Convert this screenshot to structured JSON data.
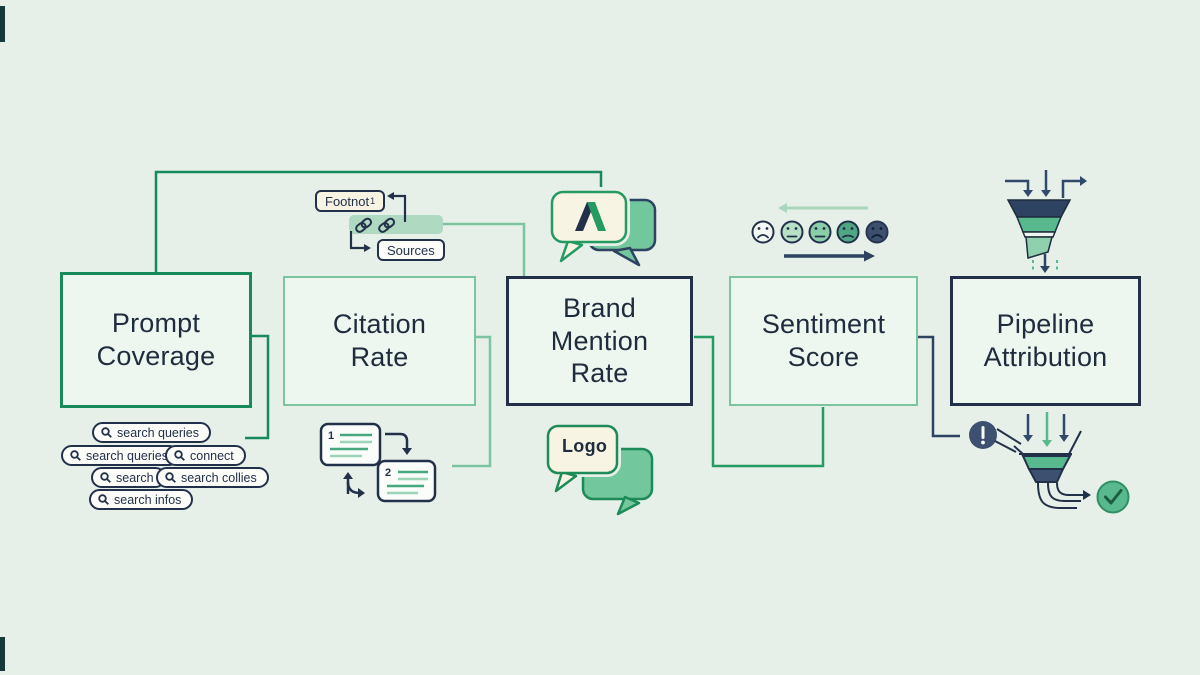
{
  "title": "GEO metrics pipeline diagram",
  "palette": {
    "background": "#e6f0e9",
    "box_fill": "#edf6ef",
    "dark_green": "#17895a",
    "light_green": "#7cc4a0",
    "mid_green": "#57b98d",
    "pale_green": "#a8d7bc",
    "navy_ink": "#22304a",
    "slate": "#3d5070",
    "cream": "#f8f4e3"
  },
  "stages": [
    {
      "id": "prompt-coverage",
      "label": "Prompt\nCoverage",
      "border": "#17895a"
    },
    {
      "id": "citation-rate",
      "label": "Citation\nRate",
      "border": "#7cc4a0"
    },
    {
      "id": "brand-mention-rate",
      "label": "Brand\nMention\nRate",
      "border": "#22304a"
    },
    {
      "id": "sentiment-score",
      "label": "Sentiment\nScore",
      "border": "#7cc4a0"
    },
    {
      "id": "pipeline-attribution",
      "label": "Pipeline\nAttribution",
      "border": "#22304a"
    }
  ],
  "citation_sources": {
    "footnote_label": "Footnot",
    "footnote_sup": "1",
    "sources_label": "Sources"
  },
  "search_pills": [
    {
      "label": "search queries"
    },
    {
      "label": "search queries"
    },
    {
      "label": "connect"
    },
    {
      "label": "search"
    },
    {
      "label": "search collies"
    },
    {
      "label": "search infos"
    }
  ],
  "documents": {
    "doc1_number": "1",
    "doc2_number": "2"
  },
  "logo_bubble": {
    "label": "Logo"
  },
  "icons": {
    "brand_logo_mark": "A",
    "sentiment_faces": 5,
    "alert_glyph": "!",
    "check_glyph": "check"
  }
}
